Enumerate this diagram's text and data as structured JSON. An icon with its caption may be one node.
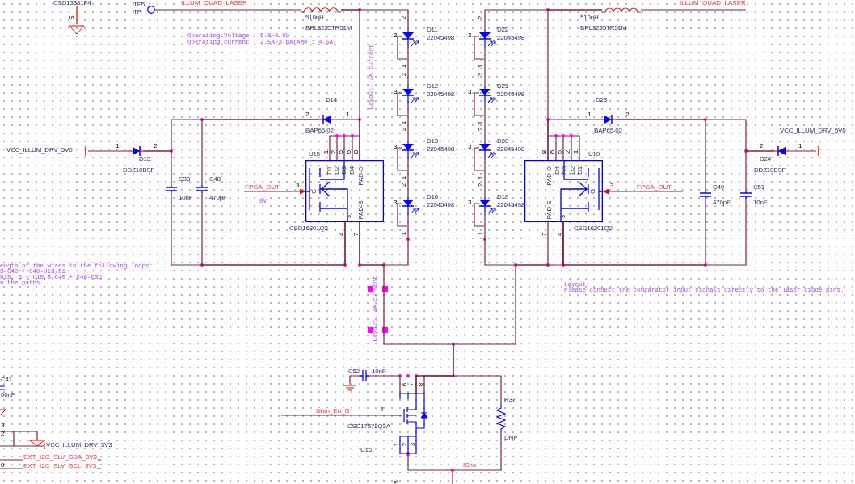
{
  "diagram": {
    "nodes": [
      {
        "text": [],
        "shape": "circle",
        "beside": [
          "TP5",
          "TP"
        ]
      },
      {
        "text": [],
        "shape": "inductor",
        "beside": [
          "510nH",
          "BRL3225TR51M"
        ]
      },
      {
        "text": [],
        "shape": "diode",
        "beside": [
          "D14",
          "BAP65-02"
        ]
      },
      {
        "text": [],
        "shape": "diode",
        "beside": [
          "D15",
          "DDZ10BSF"
        ]
      },
      {
        "text": [],
        "shape": "bar",
        "beside": [
          "VCC_ILLUM_DRV_5V0"
        ]
      },
      {
        "text": [],
        "shape": "capacitor",
        "beside": [
          "C38",
          "10nF"
        ]
      },
      {
        "text": [],
        "shape": "capacitor",
        "beside": [
          "C48",
          "470pF"
        ]
      },
      {
        "text": [
          "D1",
          "D2",
          "D3",
          "D4",
          "PAD-D",
          "G",
          "PAD-S",
          "3"
        ],
        "beside": [
          "U15",
          "CSD16301Q2"
        ]
      },
      {
        "text": [],
        "shape": "led",
        "beside": [
          "D11",
          "22045498",
          "2",
          "3",
          "1"
        ]
      },
      {
        "text": [],
        "shape": "led",
        "beside": [
          "D12",
          "22045498",
          "2",
          "3",
          "1"
        ]
      },
      {
        "text": [],
        "shape": "led",
        "beside": [
          "D13",
          "22045498",
          "2",
          "3",
          "1"
        ]
      },
      {
        "text": [],
        "shape": "led",
        "beside": [
          "D16",
          "22045498",
          "2",
          "3",
          "1"
        ]
      },
      {
        "text": [],
        "shape": "led",
        "beside": [
          "D22",
          "22045498",
          "2",
          "3",
          "1"
        ]
      },
      {
        "text": [],
        "shape": "led",
        "beside": [
          "D21",
          "22045498",
          "2",
          "3",
          "1"
        ]
      },
      {
        "text": [],
        "shape": "led",
        "beside": [
          "D20",
          "22045498",
          "2",
          "3",
          "1"
        ]
      },
      {
        "text": [],
        "shape": "led",
        "beside": [
          "D19",
          "22045498",
          "2",
          "3",
          "1"
        ]
      },
      {
        "text": [],
        "shape": "inductor",
        "beside": [
          "510nH",
          "BRL3225TR51M"
        ]
      },
      {
        "text": [],
        "shape": "diode",
        "beside": [
          "D23",
          "BAP65-02"
        ]
      },
      {
        "text": [],
        "shape": "diode",
        "beside": [
          "D24",
          "DDZ10BSF"
        ]
      },
      {
        "text": [],
        "shape": "bar",
        "beside": [
          "VCC_ILLUM_DRV_5V0"
        ]
      },
      {
        "text": [],
        "shape": "capacitor",
        "beside": [
          "C49",
          "470pF"
        ]
      },
      {
        "text": [],
        "shape": "capacitor",
        "beside": [
          "C51",
          "10nF"
        ]
      },
      {
        "text": [
          "PAD-D",
          "D4",
          "D3",
          "D2",
          "D1",
          "G",
          "PAD-S",
          "3"
        ],
        "beside": [
          "U19",
          "CSD16301Q2"
        ]
      },
      {
        "text": [],
        "shape": "capacitor",
        "beside": [
          "C52",
          "10nF"
        ]
      },
      {
        "text": [],
        "shape": "transistor",
        "beside": [
          "CSD17578Q3A",
          "U16"
        ]
      },
      {
        "text": [],
        "shape": "resistor",
        "beside": [
          "R37",
          "DNP"
        ]
      },
      {
        "text": [],
        "shape": "ground"
      }
    ],
    "edges": [
      {
        "from": 0,
        "to": 1,
        "arrow": "none",
        "label": "ILLUM_QUAD_LASER"
      },
      {
        "from": 1,
        "to": 8,
        "arrow": "none"
      },
      {
        "from": 1,
        "to": 7,
        "arrow": "none"
      },
      {
        "from": 2,
        "to": 7,
        "arrow": "none"
      },
      {
        "from": 3,
        "to": 2,
        "arrow": "none"
      },
      {
        "from": 4,
        "to": 3,
        "arrow": "none"
      },
      {
        "from": 5,
        "to": 3,
        "arrow": "none"
      },
      {
        "from": 6,
        "to": 2,
        "arrow": "none"
      },
      {
        "from": 5,
        "to": 7,
        "arrow": "none"
      },
      {
        "from": 6,
        "to": 7,
        "arrow": "none"
      },
      {
        "from": 7,
        "to": 11,
        "arrow": "none"
      },
      {
        "from": 8,
        "to": 9,
        "arrow": "none"
      },
      {
        "from": 9,
        "to": 10,
        "arrow": "none"
      },
      {
        "from": 10,
        "to": 11,
        "arrow": "none"
      },
      {
        "from": 12,
        "to": 13,
        "arrow": "none"
      },
      {
        "from": 13,
        "to": 14,
        "arrow": "none"
      },
      {
        "from": 14,
        "to": 15,
        "arrow": "none"
      },
      {
        "from": 16,
        "to": 12,
        "arrow": "none"
      },
      {
        "from": 16,
        "to": 22,
        "arrow": "none"
      },
      {
        "from": 17,
        "to": 22,
        "arrow": "none"
      },
      {
        "from": 17,
        "to": 20,
        "arrow": "none"
      },
      {
        "from": 17,
        "to": 18,
        "arrow": "none"
      },
      {
        "from": 19,
        "to": 18,
        "arrow": "none"
      },
      {
        "from": 21,
        "to": 18,
        "arrow": "none"
      },
      {
        "from": 20,
        "to": 22,
        "arrow": "none"
      },
      {
        "from": 21,
        "to": 22,
        "arrow": "none"
      },
      {
        "from": 22,
        "to": 15,
        "arrow": "none"
      },
      {
        "from": 7,
        "to": 24,
        "arrow": "none"
      },
      {
        "from": 22,
        "to": 24,
        "arrow": "none"
      },
      {
        "from": 25,
        "to": 24,
        "arrow": "none"
      },
      {
        "from": 23,
        "to": 24,
        "arrow": "none"
      },
      {
        "from": 26,
        "to": 23,
        "arrow": "none"
      },
      {
        "from": 24,
        "to": 25,
        "arrow": "none",
        "label": "ISns"
      },
      {
        "from": null,
        "to": 7,
        "arrow": "to",
        "label": "FPGA_OUT"
      },
      {
        "from": null,
        "to": 22,
        "arrow": "to",
        "label": "FPGA_OUT"
      },
      {
        "from": null,
        "to": 24,
        "arrow": "none",
        "label": "Illum_En_G"
      },
      {
        "from": 16,
        "to": null,
        "arrow": "none",
        "label": "ILLUM_QUAD_LASER"
      }
    ],
    "labels": [
      "CSD13381F4",
      "S",
      "Operating Voltage : 6.8~8.8V",
      "Operating current : 2.5A~3.6A(AMR : 4.5A)",
      "Layout: 3A current",
      "2",
      "1",
      "1",
      "2",
      "1",
      "2",
      "5",
      "6",
      "8",
      "3",
      "4",
      "7",
      "5V",
      "8",
      "6",
      "5",
      "2",
      "1",
      "1",
      "2",
      "2",
      "1",
      "3",
      "7",
      "4",
      "ength of the wires in the following loops:",
      "S-C40 + C40-U13,D1",
      "U15, G + U15,S-C40 + C40-C36",
      "n the paths.",
      "Layout: 3A current",
      "Layout:",
      "Please connect the comparator input signals directly to the laser diode pins.",
      "5",
      "6",
      "7",
      "8",
      "4",
      "1",
      "2",
      "3",
      "C41",
      "00nF",
      "3",
      "2",
      "VCC_ILLUM_DRV_3V3",
      "EXT_I2C_SLV_SDA_3V3",
      "0",
      "EXT_I2C_SLV_SCL_3V3"
    ]
  }
}
